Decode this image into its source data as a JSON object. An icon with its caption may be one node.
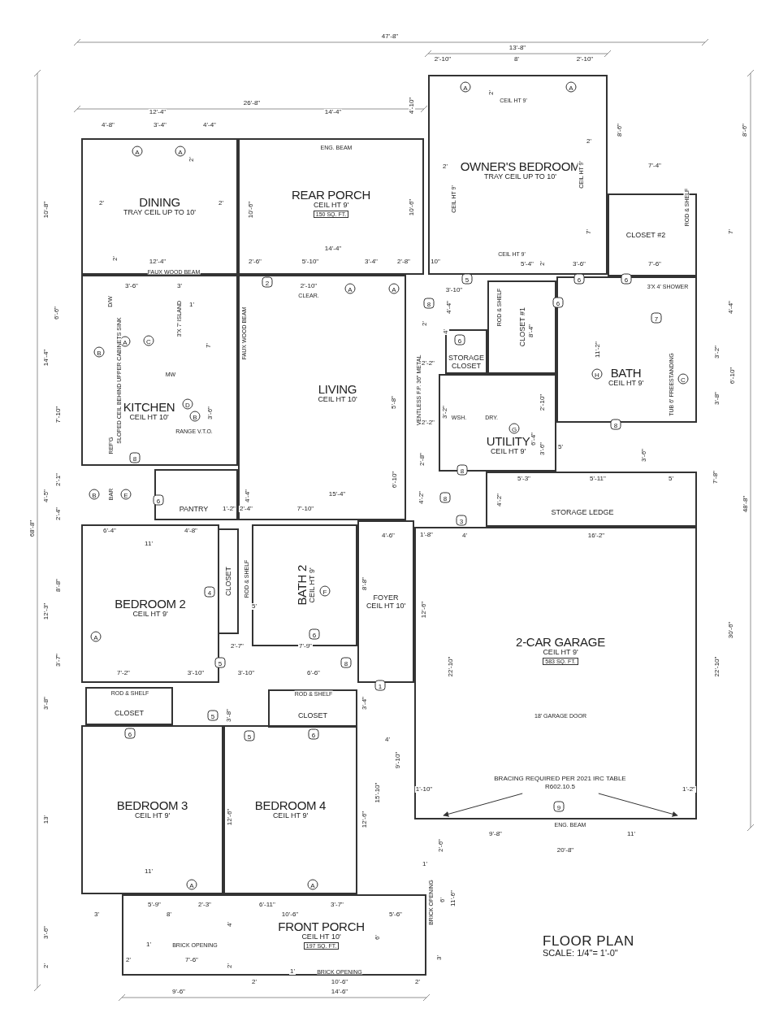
{
  "diagram": {
    "title": "FLOOR PLAN",
    "caption": "SCALE: 1/4\"= 1'-0\"",
    "nodes": [
      {
        "text": [
          "DINING",
          "TRAY CEIL UP TO 10'"
        ]
      },
      {
        "text": [
          "REAR PORCH",
          "CEIL HT 9'",
          "150 SQ. FT."
        ]
      },
      {
        "text": [
          "OWNER'S BEDROOM",
          "TRAY CEIL UP TO 10'"
        ]
      },
      {
        "text": [
          "CLOSET #2"
        ]
      },
      {
        "text": [
          "KITCHEN",
          "CEIL HT 10'"
        ]
      },
      {
        "text": [
          "LIVING",
          "CEIL HT 10'"
        ]
      },
      {
        "text": [
          "STORAGE CLOSET"
        ]
      },
      {
        "text": [
          "CLOSET #1"
        ]
      },
      {
        "text": [
          "BATH",
          "CEIL HT 9'"
        ]
      },
      {
        "text": [
          "UTILITY",
          "CEIL HT 9'"
        ]
      },
      {
        "text": [
          "PANTRY"
        ]
      },
      {
        "text": [
          "STORAGE LEDGE"
        ]
      },
      {
        "text": [
          "BEDROOM 2",
          "CEIL HT 9'"
        ]
      },
      {
        "text": [
          "CLOSET"
        ]
      },
      {
        "text": [
          "BATH 2",
          "CEIL HT 9'"
        ]
      },
      {
        "text": [
          "FOYER",
          "CEIL HT 10'"
        ]
      },
      {
        "text": [
          "2-CAR GARAGE",
          "CEIL HT 9'",
          "583 SQ. FT."
        ]
      },
      {
        "text": [
          "CLOSET"
        ]
      },
      {
        "text": [
          "CLOSET"
        ]
      },
      {
        "text": [
          "BEDROOM 3",
          "CEIL HT 9'"
        ]
      },
      {
        "text": [
          "BEDROOM 4",
          "CEIL HT 9'"
        ]
      },
      {
        "text": [
          "BRACING REQUIRED PER 2021 IRC TABLE R602.10.5"
        ],
        "in": 16
      },
      {
        "text": [
          "FRONT PORCH",
          "CEIL HT 10'",
          "197 SQ. FT."
        ]
      }
    ],
    "edges": [
      {
        "from": 21,
        "to": null,
        "arrow": "to"
      },
      {
        "from": 21,
        "to": null,
        "arrow": "to"
      }
    ],
    "labels": [
      "47'-8\"",
      "13'-8\"",
      "2'-10\"",
      "8'",
      "2'-10\"",
      "A",
      "A",
      "2'",
      "CEIL HT 9'",
      "26'-8\"",
      "4'-10\"",
      "12'-4\"",
      "14'-4\"",
      "4'-8\"",
      "3'-4\"",
      "4'-4\"",
      "8'-6\"",
      "8'-6\"",
      "ENG. BEAM",
      "A",
      "A",
      "2'",
      "2'",
      "2'",
      "7'-4\"",
      "CEIL HT 9'",
      "CEIL HT 9'",
      "2'",
      "2'",
      "10'-8\"",
      "10'-6\"",
      "10'-6\"",
      "ROD & SHELF",
      "7'",
      "7'",
      "14'-4\"",
      "CEIL HT 9'",
      "2'",
      "12'-4\"",
      "2'-6\"",
      "5'-10\"",
      "3'-4\"",
      "2'-8\"",
      "10\"",
      "5'-4\"",
      "2'",
      "3'-6\"",
      "7'-6\"",
      "FAUX WOOD BEAM",
      "3'-6\"",
      "3'",
      "2",
      "2'-10\"",
      "A",
      "A",
      "3'-10\"",
      "5",
      "6",
      "6",
      "3'X 4' SHOWER",
      "CLEAR.",
      "8",
      "6",
      "D/W",
      "1'",
      "4'-4\"",
      "4'-4\"",
      "ROD & SHELF",
      "8'-4\"",
      "6'-6\"",
      "3'X 7' ISLAND",
      "FAUX WOOD BEAM",
      "2'",
      "4'",
      "7",
      "14'-4\"",
      "B",
      "A",
      "C",
      "7'",
      "2'-2\"",
      "6",
      "11'-2\"",
      "3'-2\"",
      "SLOPED CEIL BEHIND UPPER CABINETS SINK",
      "MW",
      "VENTLESS F.P. 36\" METAL",
      "H",
      "TUB 6' FREESTANDING",
      "C",
      "6'-10\"",
      "D",
      "5'-8\"",
      "2'-10\"",
      "3'-8\"",
      "7'-10\"",
      "RANGE V.T.O.",
      "B",
      "3'-6\"",
      "2'-2\"",
      "3'-2\"",
      "WSH.",
      "DRY.",
      "G",
      "8",
      "REF'G",
      "6'-4\"",
      "3'-6\"",
      "5'",
      "3'-6\"",
      "8",
      "2'-8\"",
      "8",
      "5'-3\"",
      "5'-11\"",
      "5'",
      "2'-1\"",
      "6'-10\"",
      "7'-8\"",
      "B",
      "BAR",
      "E",
      "15'-4\"",
      "4'-5\"",
      "4'-4\"",
      "4'-2\"",
      "8",
      "6",
      "4'-2\"",
      "48'-8\"",
      "1'-2\"",
      "2'-4\"",
      "7'-10\"",
      "2'-4\"",
      "3",
      "68'-8\"",
      "6'-4\"",
      "4'-8\"",
      "4'-6\"",
      "1'-8\"",
      "4'",
      "16'-2\"",
      "11'",
      "8'-8\"",
      "4",
      "ROD & SHELF",
      "F",
      "8'-8\"",
      "12'-3\"",
      "5'",
      "12'-6\"",
      "30'-6\"",
      "6",
      "A",
      "2'-7\"",
      "7'-9\"",
      "3'-7\"",
      "5",
      "8",
      "22'-10\"",
      "22'-10\"",
      "7'-2\"",
      "3'-10\"",
      "3'-10\"",
      "6'-6\"",
      "1",
      "ROD & SHELF",
      "ROD & SHELF",
      "3'-8\"",
      "3'-4\"",
      "5",
      "3'-8\"",
      "18' GARAGE DOOR",
      "6",
      "5",
      "6",
      "4'",
      "9'-10\"",
      "15'-10\"",
      "1'-10\"",
      "1'-2\"",
      "9",
      "13'",
      "12'-6\"",
      "12'-6\"",
      "ENG. BEAM",
      "9'-8\"",
      "11'",
      "2'-6\"",
      "20'-8\"",
      "1'",
      "11'",
      "A",
      "A",
      "11'-6\"",
      "6'",
      "BRICK OPENING",
      "5'-9\"",
      "2'-3\"",
      "6'-11\"",
      "3'-7\"",
      "3'",
      "8'",
      "10'-6\"",
      "5'-6\"",
      "4'",
      "3'-6\"",
      "6'",
      "1'",
      "BRICK OPENING",
      "2'",
      "2'",
      "7'-6\"",
      "2'",
      "3'",
      "1'",
      "BRICK OPENING",
      "2'",
      "10'-6\"",
      "2'",
      "9'-6\"",
      "14'-6\""
    ]
  }
}
